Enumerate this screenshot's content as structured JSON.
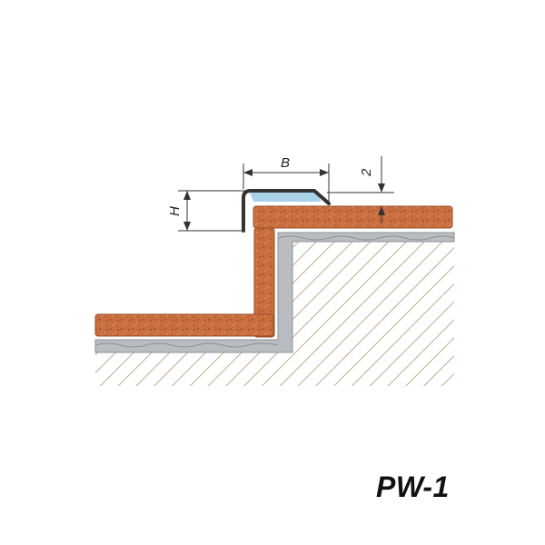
{
  "dimensions": {
    "width_label": "B",
    "height_label": "H",
    "gap_label": "2"
  },
  "product": {
    "model_code": "PW-1"
  },
  "colors": {
    "tile": "#c96f3f",
    "tile_edge": "#9a4d25",
    "adhesive": "#b9bcc0",
    "substrate_hatch": "#c4a98d",
    "profile": "#333333",
    "profile_highlight": "#a9d2ea"
  }
}
